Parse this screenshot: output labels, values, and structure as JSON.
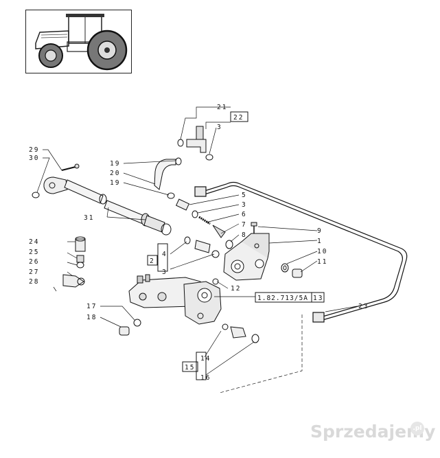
{
  "diagram": {
    "thumbnail": {
      "icon": "tractor-icon"
    },
    "callouts": {
      "c21": "21",
      "c22": "22",
      "c3a": "3",
      "c29": "29",
      "c30": "30",
      "c19a": "19",
      "c20": "20",
      "c19b": "19",
      "c31": "31",
      "c5": "5",
      "c3b": "3",
      "c6": "6",
      "c7": "7",
      "c8": "8",
      "c9": "9",
      "c1": "1",
      "c10": "10",
      "c11": "11",
      "c24": "24",
      "c25": "25",
      "c26": "26",
      "c27": "27",
      "c28": "28",
      "c4": "4",
      "c2": "2",
      "c3c": "3",
      "c12": "12",
      "c17": "17",
      "c18": "18",
      "c14": "14",
      "c15": "15",
      "c16": "16",
      "c23": "23",
      "c13": "13"
    },
    "reference_code": "1.82.713/5A"
  },
  "watermark": {
    "text": "Sprzedajemy",
    "badge": ".pl"
  }
}
